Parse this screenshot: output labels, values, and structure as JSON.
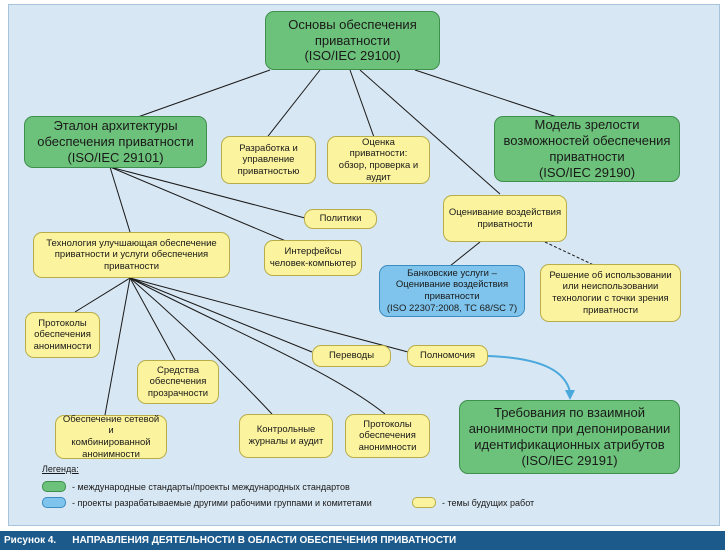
{
  "nodes": {
    "root": "Основы обеспечения\nприватности\n(ISO/IEC 29100)",
    "arch": "Эталон архитектуры\nобеспечения приватности\n(ISO/IEC 29101)",
    "dev": "Разработка и\nуправление\nприватностью",
    "assess": "Оценка приватности:\nобзор, проверка и\nаудит",
    "maturity": "Модель зрелости\nвозможностей обеспечения\nприватности\n(ISO/IEC 29190)",
    "policies": "Политики",
    "impact": "Оценивание воздействия\nприватности",
    "tech": "Технология улучшающая обеспечение\nприватности и услуги обеспечения\nприватности",
    "hci": "Интерфейсы\nчеловек-компьютер",
    "bank": "Банковские услуги –\nОценивание воздействия\nприватности\n(ISO 22307:2008, TC 68/SC 7)",
    "decision": "Решение об использовании\nили неиспользовании\nтехнологии с точки зрения\nприватности",
    "anon_proto": "Протоколы\nобеспечения\nанонимности",
    "translations": "Переводы",
    "authority": "Полномочия",
    "transparency": "Средства\nобеспечения\nпрозрачности",
    "mutual": "Требования по взаимной\nанонимности при депонировании\nидентификационных атрибутов\n(ISO/IEC 29191)",
    "network_anon": "Обеспечение сетевой и\nкомбинированной\nанонимности",
    "logs": "Контрольные\nжурналы и аудит",
    "anon_proto2": "Протоколы\nобеспечения\nанонимности"
  },
  "legend": {
    "title": "Легенда:",
    "green": "- международные стандарты/проекты международных стандартов",
    "blue": "- проекты разрабатываемые другими рабочими группами и комитетами",
    "yellow": "- темы будущих работ"
  },
  "caption": {
    "number": "Рисунок 4.",
    "text": "НАПРАВЛЕНИЯ ДЕЯТЕЛЬНОСТИ В ОБЛАСТИ ОБЕСПЕЧЕНИЯ ПРИВАТНОСТИ"
  },
  "colors": {
    "green": "#6cc27a",
    "yellow": "#fbf39e",
    "blue": "#7fc4ec",
    "background": "#d7e7f3",
    "caption_bar": "#1d5a8c",
    "arrow": "#4aa8dd"
  }
}
